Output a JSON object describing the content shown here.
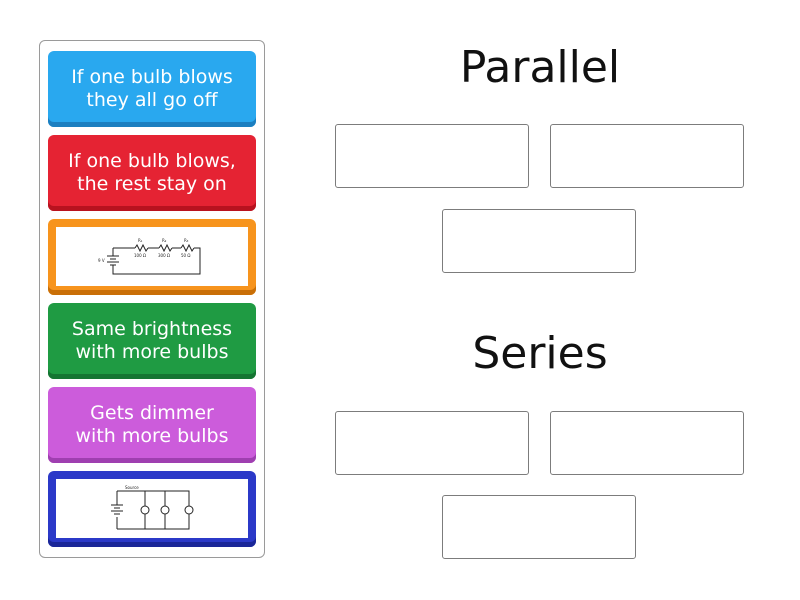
{
  "sidebar": {
    "cards": [
      {
        "id": "c1",
        "type": "text",
        "text": "If one bulb blows\nthey all go off",
        "color": "#29a8ef",
        "shadow": "#1c7fc0"
      },
      {
        "id": "c2",
        "type": "text",
        "text": "If one bulb blows,\nthe rest stay on",
        "color": "#e52333",
        "shadow": "#b8121f"
      },
      {
        "id": "c3",
        "type": "image",
        "icon": "series-circuit-diagram-icon",
        "color": "#f7941d",
        "shadow": "#c96f07",
        "labels": {
          "r1": "R₁",
          "r2": "R₂",
          "r3": "R₃",
          "v1": "100 Ω",
          "v2": "300 Ω",
          "v3": "50 Ω",
          "source": "9 V"
        }
      },
      {
        "id": "c4",
        "type": "text",
        "text": "Same brightness\nwith more bulbs",
        "color": "#1f9b43",
        "shadow": "#157532"
      },
      {
        "id": "c5",
        "type": "text",
        "text": "Gets dimmer\nwith more bulbs",
        "color": "#cc5cdb",
        "shadow": "#9f3fb0"
      },
      {
        "id": "c6",
        "type": "image",
        "icon": "parallel-circuit-diagram-icon",
        "color": "#2b39c8",
        "shadow": "#1a2698",
        "labels": {
          "source": "Source"
        }
      }
    ]
  },
  "groups": [
    {
      "title": "Parallel",
      "slot_count": 3
    },
    {
      "title": "Series",
      "slot_count": 3
    }
  ]
}
